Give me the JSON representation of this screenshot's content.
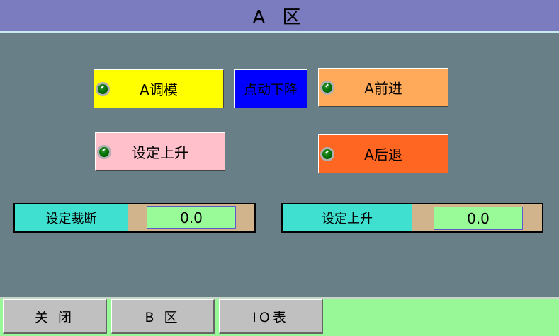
{
  "header": {
    "title": "A 区"
  },
  "buttons": {
    "a_mold": "A调模",
    "jog_down": "点动下降",
    "a_forward": "A前进",
    "set_rise": "设定上升",
    "a_back": "A后退"
  },
  "fields": [
    {
      "label": "设定裁断",
      "value": "0.0"
    },
    {
      "label": "设定上升",
      "value": "0.0"
    }
  ],
  "footer": {
    "close": "关 闭",
    "zone_b": "B 区",
    "io_table": "IO表"
  },
  "colors": {
    "header": "#7b7bbf",
    "background": "#687f88",
    "footer": "#98f898",
    "led": "#007a00"
  }
}
